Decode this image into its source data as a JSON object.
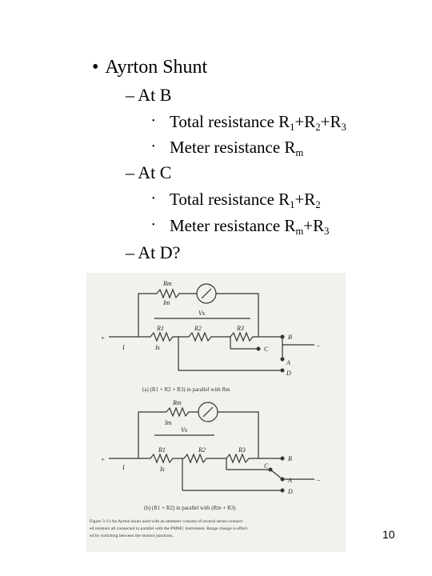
{
  "bullets": {
    "main": "Ayrton Shunt",
    "at_b": "– At B",
    "at_b_total_prefix": "Total resistance R",
    "at_b_total_s1": "1",
    "at_b_total_mid1": "+R",
    "at_b_total_s2": "2",
    "at_b_total_mid2": "+R",
    "at_b_total_s3": "3",
    "at_b_meter_prefix": "Meter resistance R",
    "at_b_meter_sub": "m",
    "at_c": "– At C",
    "at_c_total_prefix": "Total resistance R",
    "at_c_total_s1": "1",
    "at_c_total_mid1": "+R",
    "at_c_total_s2": "2",
    "at_c_meter_prefix": "Meter resistance R",
    "at_c_meter_sub": "m",
    "at_c_meter_mid": "+R",
    "at_c_meter_s3": "3",
    "at_d": "– At D?"
  },
  "figure": {
    "labels": {
      "rm": "Rm",
      "im": "Im",
      "vs": "Vs",
      "r1": "R1",
      "r2": "R2",
      "r3": "R3",
      "is": "Is",
      "i": "I",
      "plus": "+",
      "minus": "–",
      "b": "B",
      "c": "C",
      "a": "A",
      "d": "D"
    },
    "caption_a": "(a) (R1 + R2 + R3) in parallel with Rm",
    "caption_b": "(b) (R1 + R2) in parallel with (Rm + R3)",
    "caption_fig": "Figure 3-13   An Ayrton shunt used with an ammeter consists of several series-connect-",
    "caption_line2": "ed resistors all connected in parallel with the PMMC instrument. Range change is effect-",
    "caption_line3": "ed by switching between the resistor junctions."
  },
  "page_number": "10"
}
